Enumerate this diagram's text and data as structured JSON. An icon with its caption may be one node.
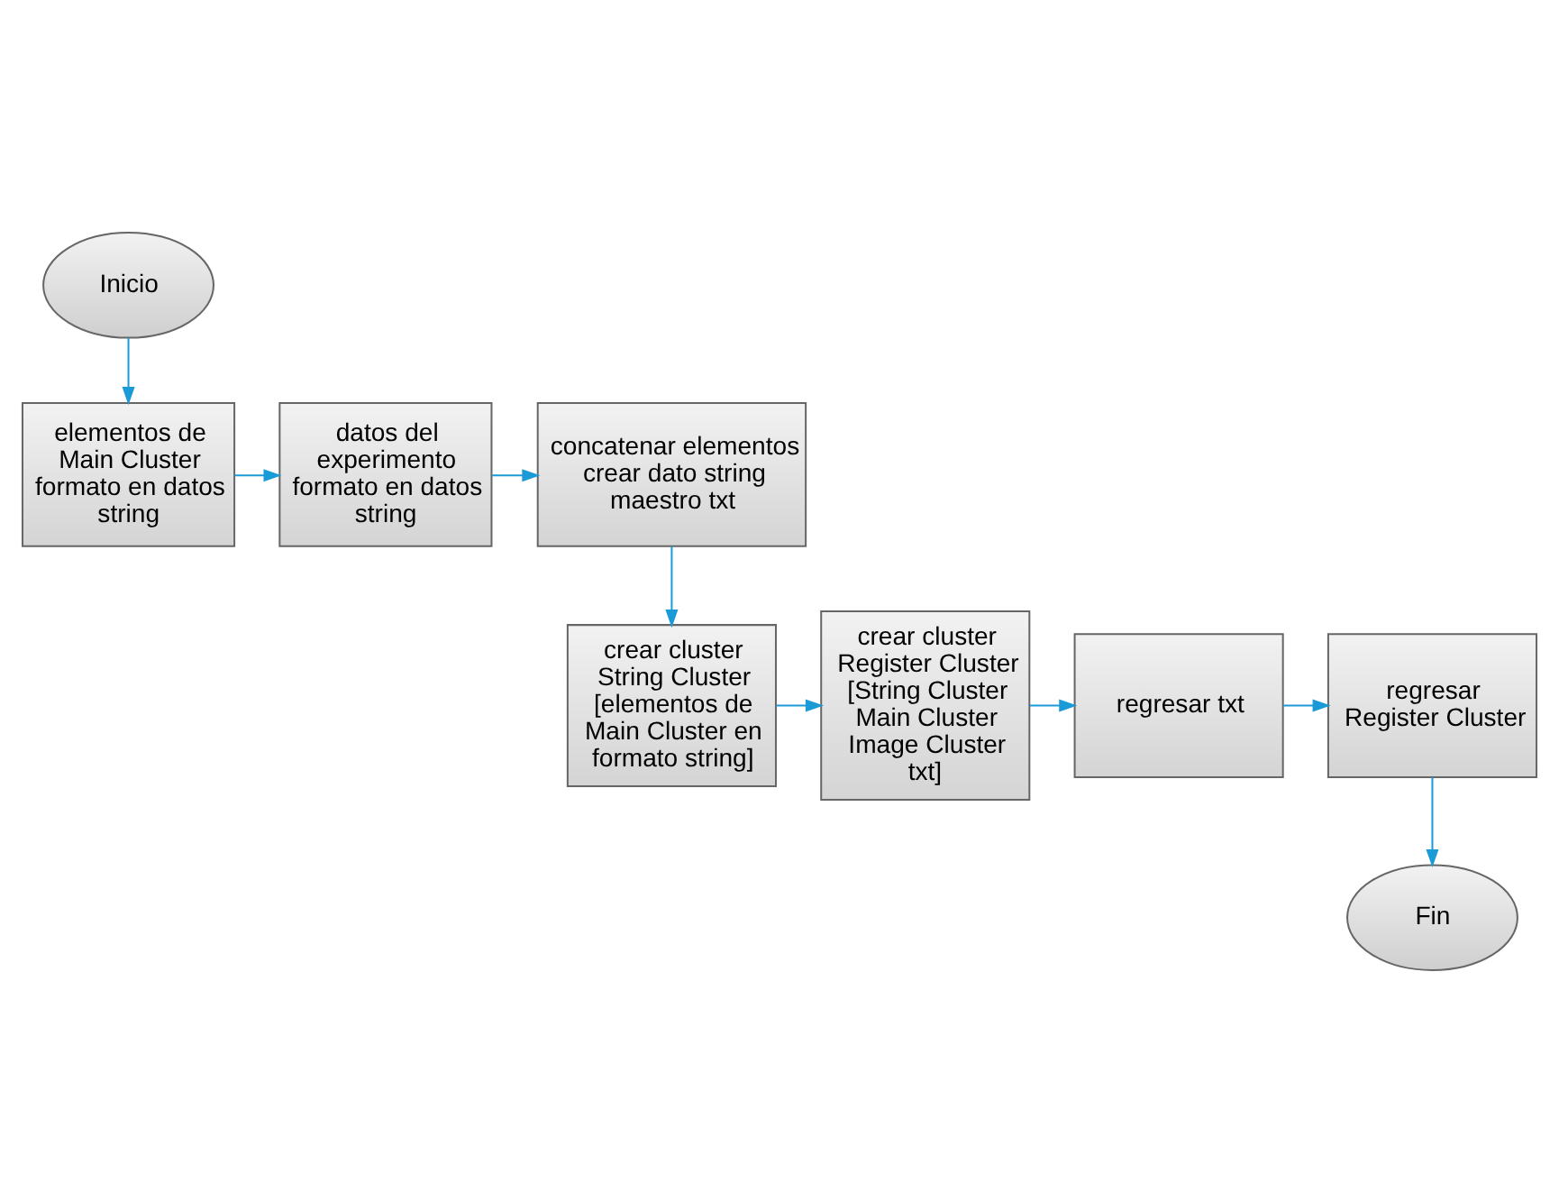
{
  "diagram": {
    "nodes": [
      {
        "text": [
          "Inicio"
        ]
      },
      {
        "text": [
          "elementos de Main Cluster formato en datos string"
        ]
      },
      {
        "text": [
          "datos del experimento formato en datos string"
        ]
      },
      {
        "text": [
          "concatenar elementos crear dato string maestro txt"
        ]
      },
      {
        "text": [
          "crear cluster String Cluster [elementos de Main Cluster en formato string]"
        ]
      },
      {
        "text": [
          "crear cluster Register Cluster [String Cluster Main Cluster Image Cluster txt]"
        ]
      },
      {
        "text": [
          "regresar txt"
        ]
      },
      {
        "text": [
          "regresar Register Cluster"
        ]
      },
      {
        "text": [
          "Fin"
        ]
      }
    ],
    "edges": [
      {
        "from": 0,
        "to": 1,
        "arrow": "to"
      },
      {
        "from": 1,
        "to": 2,
        "arrow": "to"
      },
      {
        "from": 2,
        "to": 3,
        "arrow": "to"
      },
      {
        "from": 3,
        "to": 4,
        "arrow": "to"
      },
      {
        "from": 4,
        "to": 5,
        "arrow": "to"
      },
      {
        "from": 5,
        "to": 6,
        "arrow": "to"
      },
      {
        "from": 6,
        "to": 7,
        "arrow": "to"
      },
      {
        "from": 7,
        "to": 8,
        "arrow": "to"
      }
    ]
  }
}
